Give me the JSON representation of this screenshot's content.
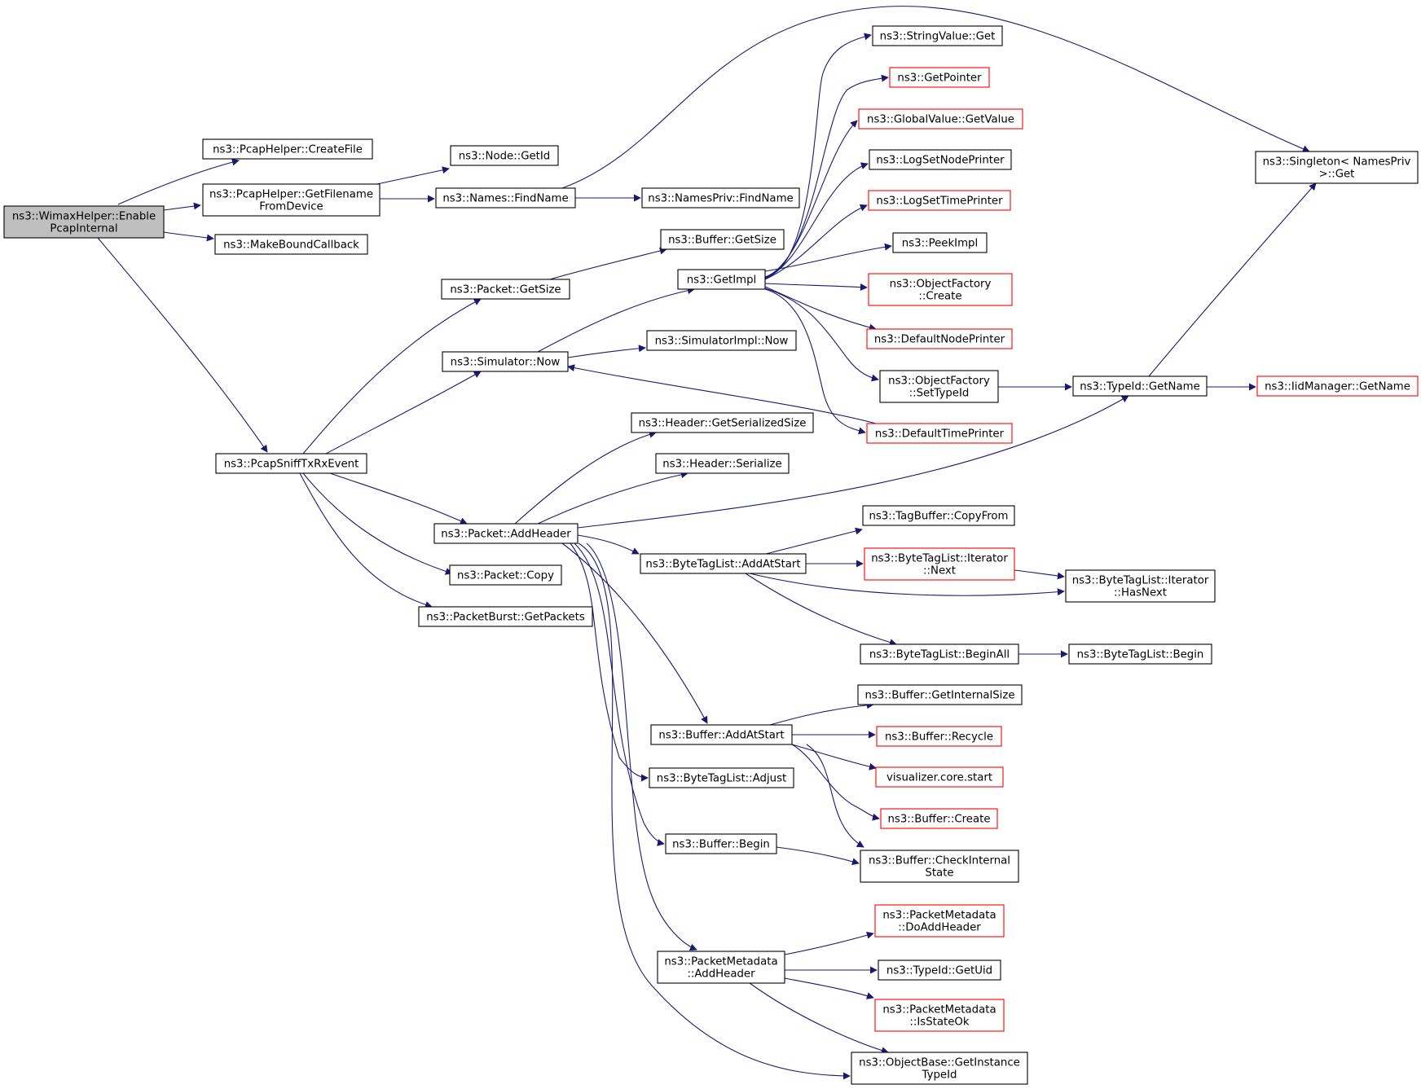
{
  "colors": {
    "edge": "#191970",
    "border": "#000000",
    "incomplete_border": "#ff0000",
    "root_fill": "#bfbfbf"
  },
  "nodes": {
    "n0": {
      "lines": [
        "ns3::WimaxHelper::Enable",
        "PcapInternal"
      ],
      "style": "root"
    },
    "n1": {
      "lines": [
        "ns3::PcapHelper::CreateFile"
      ],
      "style": "normal"
    },
    "n2": {
      "lines": [
        "ns3::PcapHelper::GetFilename",
        "FromDevice"
      ],
      "style": "normal"
    },
    "n3": {
      "lines": [
        "ns3::MakeBoundCallback"
      ],
      "style": "normal"
    },
    "n4": {
      "lines": [
        "ns3::PcapSniffTxRxEvent"
      ],
      "style": "normal"
    },
    "n5": {
      "lines": [
        "ns3::Node::GetId"
      ],
      "style": "normal"
    },
    "n6": {
      "lines": [
        "ns3::Names::FindName"
      ],
      "style": "normal"
    },
    "n7": {
      "lines": [
        "ns3::NamesPriv::FindName"
      ],
      "style": "normal"
    },
    "n8": {
      "lines": [
        "ns3::Singleton< NamesPriv",
        ">::Get"
      ],
      "style": "normal"
    },
    "n9": {
      "lines": [
        "ns3::Packet::GetSize"
      ],
      "style": "normal"
    },
    "n10": {
      "lines": [
        "ns3::Buffer::GetSize"
      ],
      "style": "normal"
    },
    "n11": {
      "lines": [
        "ns3::Simulator::Now"
      ],
      "style": "normal"
    },
    "n12": {
      "lines": [
        "ns3::GetImpl"
      ],
      "style": "normal"
    },
    "n13": {
      "lines": [
        "ns3::StringValue::Get"
      ],
      "style": "normal"
    },
    "n14": {
      "lines": [
        "ns3::GetPointer"
      ],
      "style": "red"
    },
    "n15": {
      "lines": [
        "ns3::GlobalValue::GetValue"
      ],
      "style": "red"
    },
    "n16": {
      "lines": [
        "ns3::LogSetNodePrinter"
      ],
      "style": "normal"
    },
    "n17": {
      "lines": [
        "ns3::LogSetTimePrinter"
      ],
      "style": "red"
    },
    "n18": {
      "lines": [
        "ns3::PeekImpl"
      ],
      "style": "normal"
    },
    "n19": {
      "lines": [
        "ns3::ObjectFactory",
        "::Create"
      ],
      "style": "red"
    },
    "n20": {
      "lines": [
        "ns3::DefaultNodePrinter"
      ],
      "style": "red"
    },
    "n21": {
      "lines": [
        "ns3::ObjectFactory",
        "::SetTypeId"
      ],
      "style": "normal"
    },
    "n22": {
      "lines": [
        "ns3::DefaultTimePrinter"
      ],
      "style": "red"
    },
    "n23": {
      "lines": [
        "ns3::SimulatorImpl::Now"
      ],
      "style": "normal"
    },
    "n24": {
      "lines": [
        "ns3::TypeId::GetName"
      ],
      "style": "normal"
    },
    "n25": {
      "lines": [
        "ns3::IidManager::GetName"
      ],
      "style": "red"
    },
    "n26": {
      "lines": [
        "ns3::Packet::AddHeader"
      ],
      "style": "normal"
    },
    "n27": {
      "lines": [
        "ns3::Header::GetSerializedSize"
      ],
      "style": "normal"
    },
    "n28": {
      "lines": [
        "ns3::Header::Serialize"
      ],
      "style": "normal"
    },
    "n29": {
      "lines": [
        "ns3::Packet::Copy"
      ],
      "style": "normal"
    },
    "n30": {
      "lines": [
        "ns3::PacketBurst::GetPackets"
      ],
      "style": "normal"
    },
    "n31": {
      "lines": [
        "ns3::ByteTagList::AddAtStart"
      ],
      "style": "normal"
    },
    "n32": {
      "lines": [
        "ns3::TagBuffer::CopyFrom"
      ],
      "style": "normal"
    },
    "n33": {
      "lines": [
        "ns3::ByteTagList::Iterator",
        "::Next"
      ],
      "style": "red"
    },
    "n34": {
      "lines": [
        "ns3::ByteTagList::Iterator",
        "::HasNext"
      ],
      "style": "normal"
    },
    "n35": {
      "lines": [
        "ns3::ByteTagList::BeginAll"
      ],
      "style": "normal"
    },
    "n36": {
      "lines": [
        "ns3::ByteTagList::Begin"
      ],
      "style": "normal"
    },
    "n37": {
      "lines": [
        "ns3::Buffer::AddAtStart"
      ],
      "style": "normal"
    },
    "n38": {
      "lines": [
        "ns3::Buffer::GetInternalSize"
      ],
      "style": "normal"
    },
    "n39": {
      "lines": [
        "ns3::Buffer::Recycle"
      ],
      "style": "red"
    },
    "n40": {
      "lines": [
        "visualizer.core.start"
      ],
      "style": "red"
    },
    "n41": {
      "lines": [
        "ns3::Buffer::Create"
      ],
      "style": "red"
    },
    "n42": {
      "lines": [
        "ns3::Buffer::CheckInternal",
        "State"
      ],
      "style": "normal"
    },
    "n43": {
      "lines": [
        "ns3::ByteTagList::Adjust"
      ],
      "style": "normal"
    },
    "n44": {
      "lines": [
        "ns3::Buffer::Begin"
      ],
      "style": "normal"
    },
    "n45": {
      "lines": [
        "ns3::PacketMetadata",
        "::DoAddHeader"
      ],
      "style": "red"
    },
    "n46": {
      "lines": [
        "ns3::PacketMetadata",
        "::AddHeader"
      ],
      "style": "normal"
    },
    "n47": {
      "lines": [
        "ns3::TypeId::GetUid"
      ],
      "style": "normal"
    },
    "n48": {
      "lines": [
        "ns3::PacketMetadata",
        "::IsStateOk"
      ],
      "style": "red"
    },
    "n49": {
      "lines": [
        "ns3::ObjectBase::GetInstance",
        "TypeId"
      ],
      "style": "normal"
    }
  }
}
